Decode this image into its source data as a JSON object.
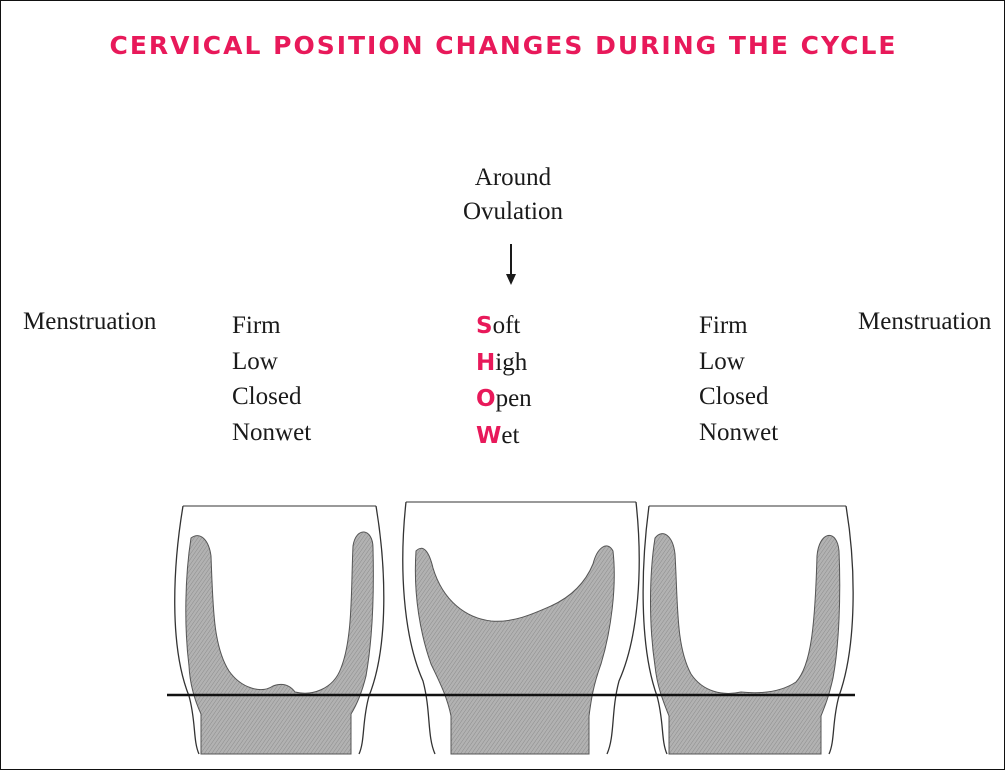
{
  "title": "CERVICAL POSITION CHANGES DURING THE CYCLE",
  "ovulation_label": {
    "line1": "Around",
    "line2": "Ovulation"
  },
  "left_label": "Menstruation",
  "right_label": "Menstruation",
  "left_column": [
    "Firm",
    "Low",
    "Closed",
    "Nonwet"
  ],
  "middle_column": [
    {
      "initial": "S",
      "rest": "oft"
    },
    {
      "initial": "H",
      "rest": "igh"
    },
    {
      "initial": "O",
      "rest": "pen"
    },
    {
      "initial": "W",
      "rest": "et"
    }
  ],
  "right_column": [
    "Firm",
    "Low",
    "Closed",
    "Nonwet"
  ],
  "colors": {
    "accent": "#e8195a",
    "text": "#1a1a1a",
    "shade": "#a4a4a4"
  }
}
